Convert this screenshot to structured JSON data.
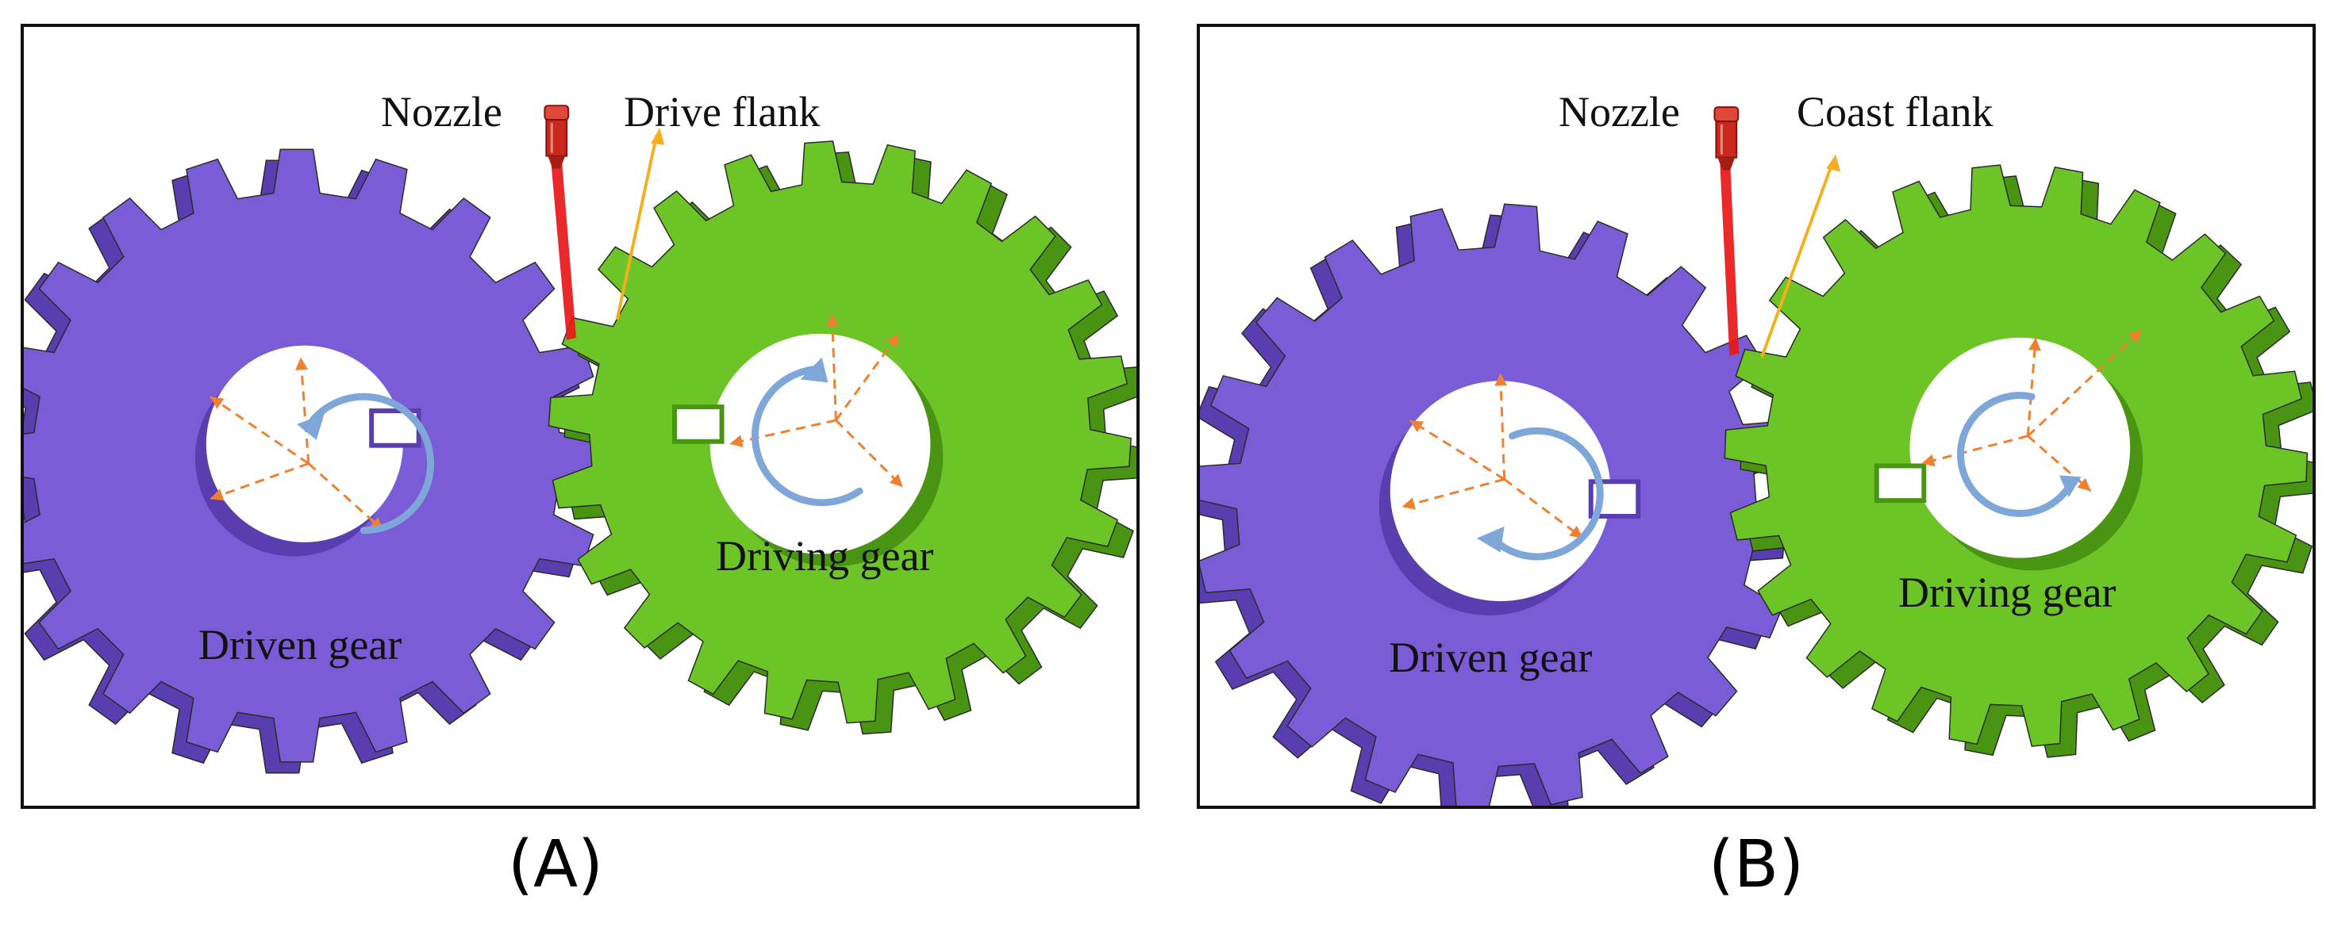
{
  "colors": {
    "driven_gear": "#7a5cd6",
    "driven_gear_side": "#5a3eb0",
    "driving_gear": "#6cc426",
    "driving_gear_side": "#4a9414",
    "nozzle": "#c8281e",
    "jet": "#e81818",
    "flank_pointer": "#f2b01e",
    "axes": "#f08030",
    "rotation_arrow": "#7fa6d8"
  },
  "panels": [
    {
      "nozzle_label": "Nozzle",
      "flank_label": "Drive flank",
      "driven_label": "Driven gear",
      "driving_label": "Driving gear",
      "caption": "(A)",
      "icons": [
        "nozzle-icon",
        "rotation-arrow-icon",
        "gear-icon"
      ]
    },
    {
      "nozzle_label": "Nozzle",
      "flank_label": "Coast flank",
      "driven_label": "Driven gear",
      "driving_label": "Driving gear",
      "caption": "(B)",
      "icons": [
        "nozzle-icon",
        "rotation-arrow-icon",
        "gear-icon"
      ]
    }
  ]
}
